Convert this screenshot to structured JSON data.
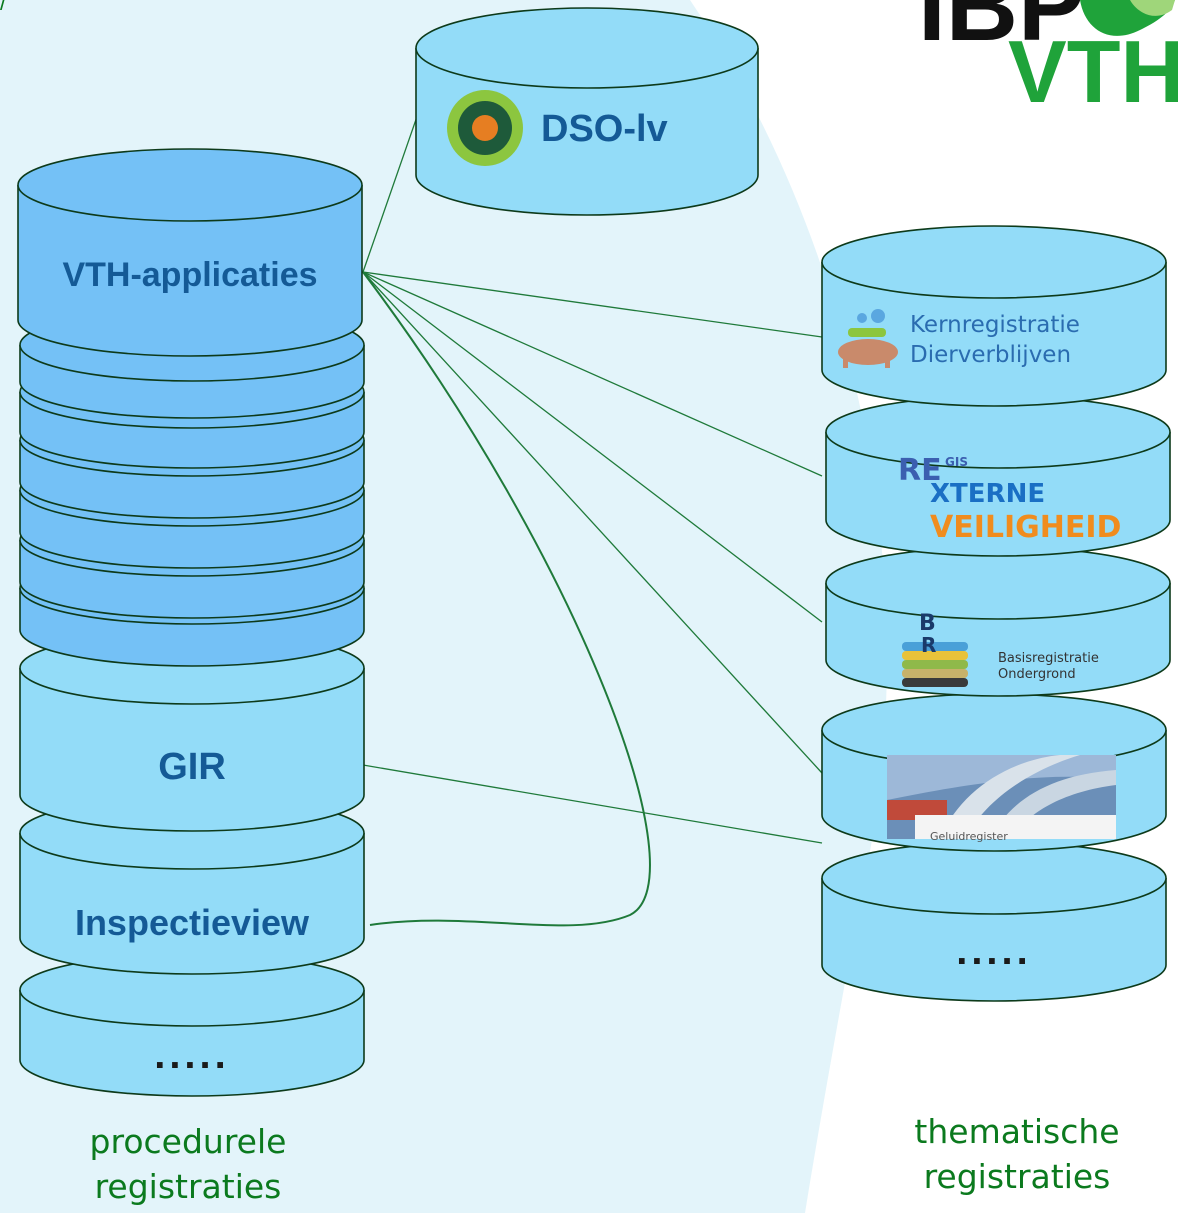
{
  "logo": {
    "line1": "IBP",
    "line2": "VTH"
  },
  "corner_mark": "/",
  "dso": {
    "label": "DSO-lv"
  },
  "left_stack": {
    "vth": "VTH-applicaties",
    "gir": "GIR",
    "inspectieview": "Inspectieview",
    "more": "....."
  },
  "right_stack": {
    "kern_line1": "Kernregistratie",
    "kern_line2": "Dierverblijven",
    "rev_line1": "RE",
    "rev_sup": "GIS",
    "rev_line2": "XTERNE",
    "rev_line3": "VEILIGHEID",
    "bro_mark1": "B",
    "bro_mark2": "R",
    "bro_line1": "Basisregistratie",
    "bro_line2": "Ondergrond",
    "geluid": "Geluidregister",
    "more": "....."
  },
  "captions": {
    "left_line1": "procedurele",
    "left_line2": "registraties",
    "right_line1": "thematische",
    "right_line2": "registraties"
  },
  "colors": {
    "background_region": "#e3f4fa",
    "cylinder_light": "#93dcf8",
    "cylinder_mid": "#74c1f6",
    "outline": "#0d3a1a",
    "label_blue": "#145a96",
    "caption_green": "#0b7a1e",
    "logo_green": "#1fa33a",
    "connector": "#1f7a3a"
  }
}
